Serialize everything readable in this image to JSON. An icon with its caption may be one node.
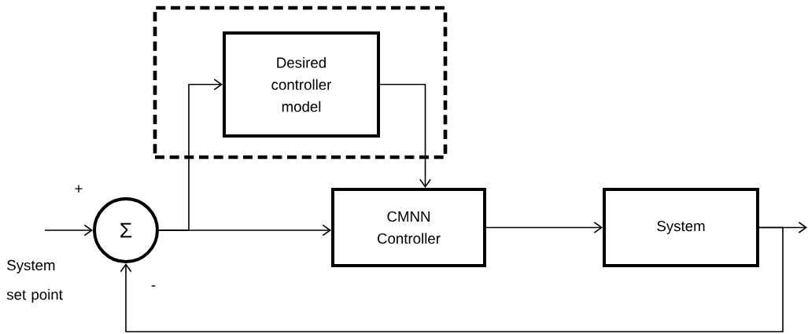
{
  "diagram": {
    "nodes": [
      {
        "text": [],
        "shape": "box"
      },
      {
        "text": [
          "Desired controller model"
        ],
        "in": 0
      },
      {
        "text": [
          "Σ"
        ]
      },
      {
        "text": [
          "CMNN Controller"
        ]
      },
      {
        "text": [
          "System"
        ]
      }
    ],
    "edges": [
      {
        "from": null,
        "to": 2,
        "arrow": "to"
      },
      {
        "from": 2,
        "to": 1,
        "arrow": "to"
      },
      {
        "from": 2,
        "to": 3,
        "arrow": "to"
      },
      {
        "from": 1,
        "to": 3,
        "arrow": "to"
      },
      {
        "from": 3,
        "to": 4,
        "arrow": "to"
      },
      {
        "from": 4,
        "to": null,
        "arrow": "to"
      },
      {
        "from": 4,
        "to": 2,
        "arrow": "to"
      }
    ],
    "labels": [
      "+",
      "System set point",
      "-"
    ]
  }
}
